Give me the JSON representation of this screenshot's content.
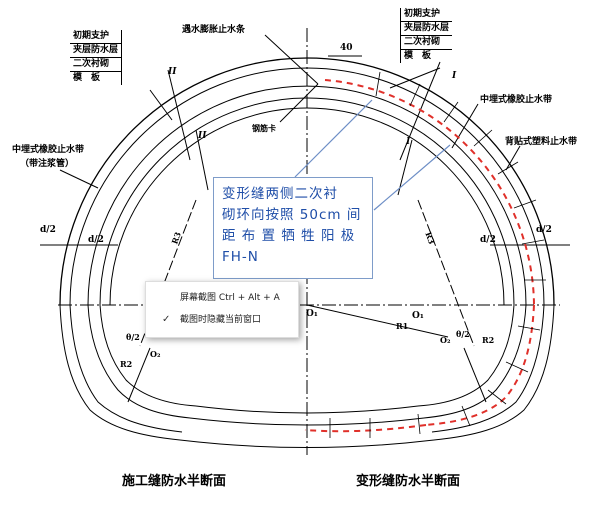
{
  "labels": {
    "left_stack": [
      "初期支护",
      "夹层防水层",
      "二次衬砌",
      "模　板"
    ],
    "right_stack": [
      "初期支护",
      "夹层防水层",
      "二次衬砌",
      "模　板"
    ],
    "expansion_strip": "遇水膨胀止水条",
    "dim_40": "40",
    "rebar_clip": "钢筋卡",
    "mid_rubber_right": "中埋式橡胶止水带",
    "back_plastic": "背贴式塑料止水带",
    "mid_rubber_left_1": "中埋式橡胶止水带",
    "mid_rubber_left_2": "（带注浆管）",
    "d2_left_outer": "d/2",
    "d2_left_inner": "d/2",
    "d2_right_inner": "d/2",
    "d2_right_outer": "d/2",
    "roman_left_1": "II",
    "roman_left_2": "II",
    "roman_right_1": "I",
    "roman_right_2": "I",
    "r3_left": "R3",
    "r3_right": "R3",
    "o1_center": "O₁",
    "r1": "R1",
    "o1_right": "O₁",
    "o2_left": "O₂",
    "o2_right": "O₂",
    "theta_left": "θ/2",
    "theta_right": "θ/2",
    "r2_left": "R2",
    "r2_right": "R2"
  },
  "callout": {
    "lines": [
      "变形缝两侧二次衬",
      "砌环向按照 50cm 间",
      "距 布 置 牺 牲 阳 极",
      "FH-N"
    ]
  },
  "context_menu": {
    "item1": "屏幕截图 Ctrl + Alt + A",
    "item2_check": "✓",
    "item2": "截图时隐藏当前窗口"
  },
  "captions": {
    "left": "施工缝防水半断面",
    "right": "变形缝防水半断面"
  },
  "colors": {
    "line": "#000000",
    "dash_red": "#e0302a",
    "callout_border": "#7e9cc9",
    "callout_text": "#1f4ea8",
    "leader_blue": "#6d8ec6"
  }
}
